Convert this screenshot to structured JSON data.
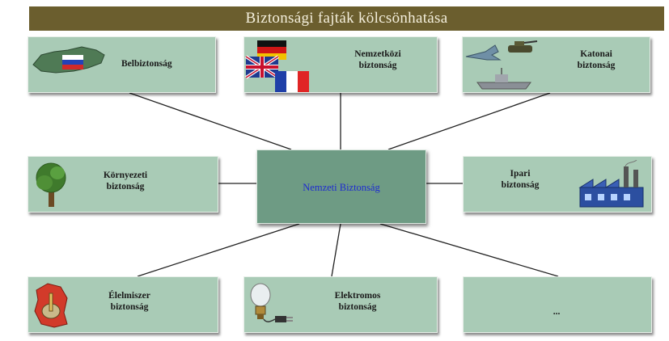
{
  "title": "Biztonsági fajták kölcsönhatása",
  "center": "Nemzeti Biztonság",
  "boxes": {
    "belbiztonsag": "Belbiztonság",
    "nemzetkozi": [
      "Nemzetközi",
      "biztonság"
    ],
    "katonai": [
      "Katonai",
      "biztonság"
    ],
    "kornyezeti": [
      "Környezeti",
      "biztonság"
    ],
    "ipari": [
      "Ipari",
      "biztonság"
    ],
    "elelmiszer": [
      "Élelmiszer",
      "biztonság"
    ],
    "elektromos": [
      "Elektromos",
      "biztonság"
    ],
    "other": "..."
  },
  "colors": {
    "title_bg": "#6b5e2e",
    "box": "#a9cbb6",
    "center": "#6e9b84",
    "center_text": "#1e2bd0"
  },
  "icons": [
    "russia-map-flag-icon",
    "flags-icon",
    "military-icon",
    "tree-icon",
    "factory-icon",
    "food-safety-icon",
    "light-bulb-plug-icon"
  ]
}
